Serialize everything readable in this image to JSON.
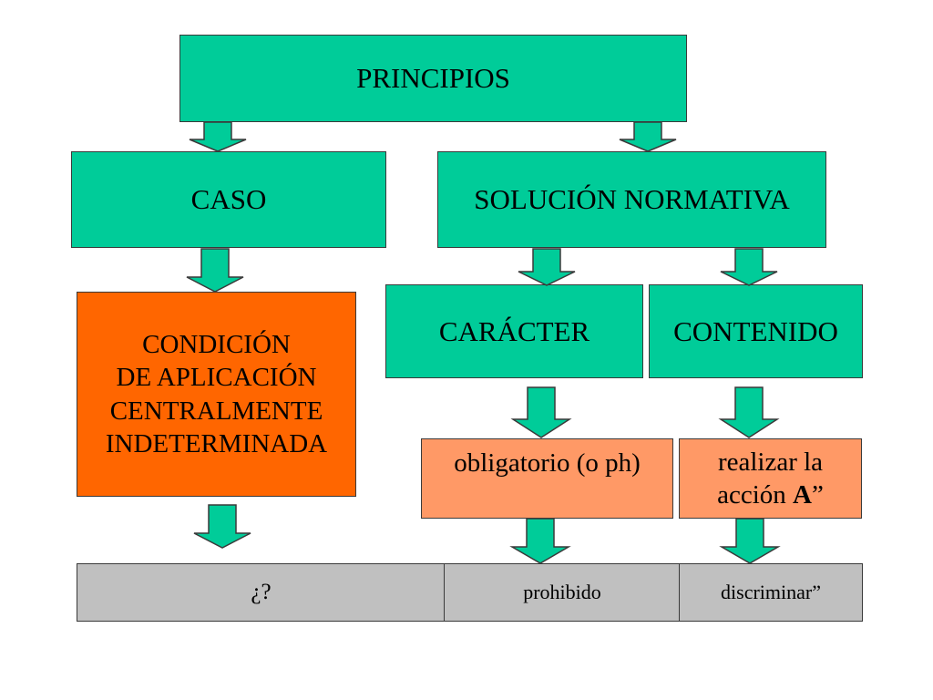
{
  "nodes": {
    "principios": "PRINCIPIOS",
    "caso": "CASO",
    "solucion": "SOLUCIÓN NORMATIVA",
    "condicion": [
      "CONDICIÓN",
      "DE APLICACIÓN",
      "CENTRALMENTE",
      "INDETERMINADA"
    ],
    "caracter": "CARÁCTER",
    "contenido": "CONTENIDO",
    "obligatorio": "obligatorio (o ph)",
    "realizar_line1": "realizar la",
    "realizar_line2_prefix": "acción ",
    "realizar_line2_bold": "A",
    "realizar_line2_suffix": "”"
  },
  "bottom_row": {
    "cell1": "¿?",
    "cell2": "prohibido",
    "cell3": "discriminar”"
  },
  "colors": {
    "green": "#00cc99",
    "orange": "#ff6600",
    "salmon": "#ff9966",
    "grey": "#c0c0c0"
  }
}
